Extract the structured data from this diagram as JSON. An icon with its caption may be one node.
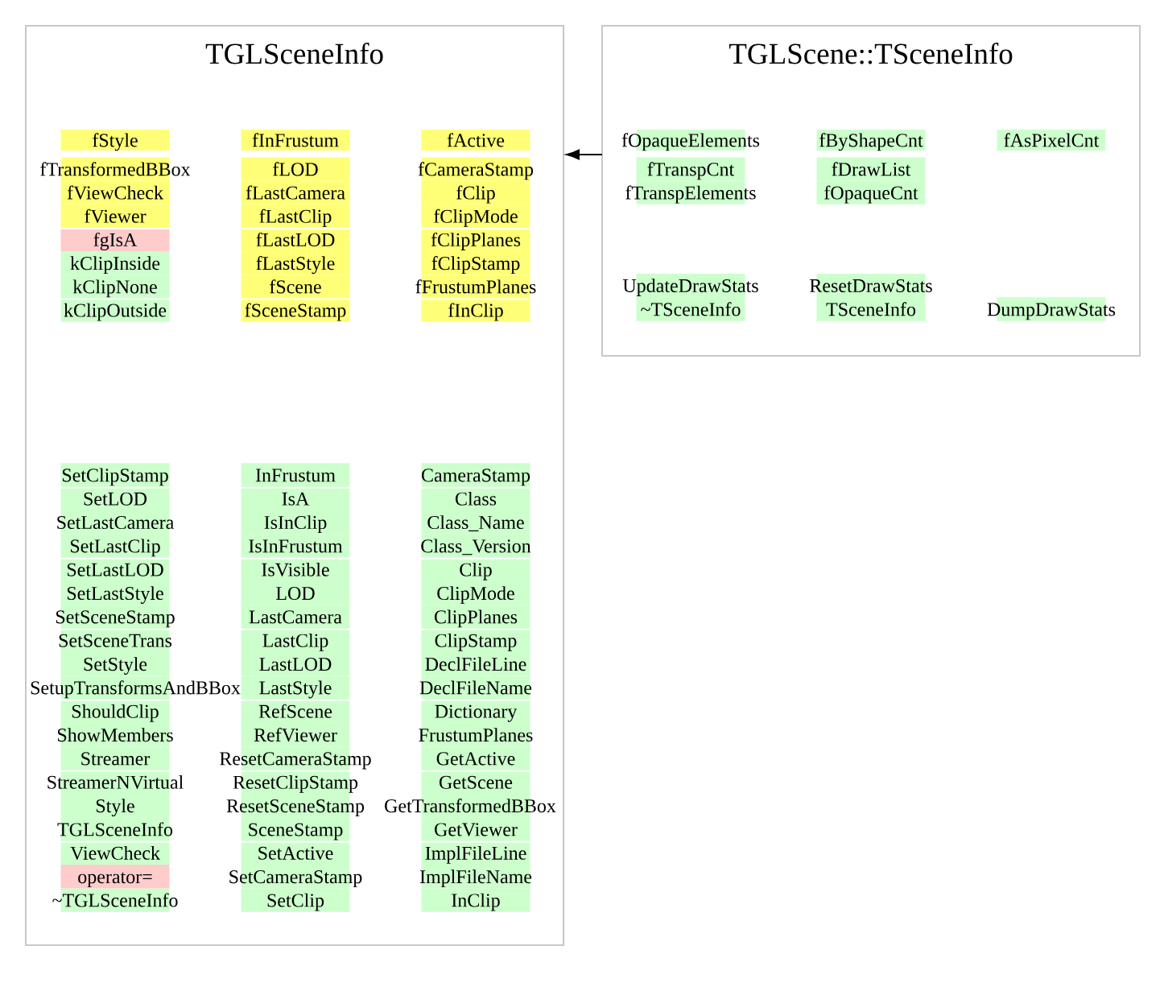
{
  "diagram": {
    "nodes": [
      {
        "text": [
          "TGLSceneInfo"
        ]
      },
      {
        "text": [
          "fStyle"
        ],
        "in": 0
      },
      {
        "text": [
          "fInFrustum"
        ],
        "in": 0
      },
      {
        "text": [
          "fActive"
        ],
        "in": 0
      },
      {
        "text": [
          "fTransformedBBox"
        ],
        "in": 0
      },
      {
        "text": [
          "fLOD"
        ],
        "in": 0
      },
      {
        "text": [
          "fCameraStamp"
        ],
        "in": 0
      },
      {
        "text": [
          "fViewCheck"
        ],
        "in": 0
      },
      {
        "text": [
          "fLastCamera"
        ],
        "in": 0
      },
      {
        "text": [
          "fClip"
        ],
        "in": 0
      },
      {
        "text": [
          "fViewer"
        ],
        "in": 0
      },
      {
        "text": [
          "fLastClip"
        ],
        "in": 0
      },
      {
        "text": [
          "fClipMode"
        ],
        "in": 0
      },
      {
        "text": [
          "fgIsA"
        ],
        "in": 0
      },
      {
        "text": [
          "fLastLOD"
        ],
        "in": 0
      },
      {
        "text": [
          "fClipPlanes"
        ],
        "in": 0
      },
      {
        "text": [
          "kClipInside"
        ],
        "in": 0
      },
      {
        "text": [
          "fLastStyle"
        ],
        "in": 0
      },
      {
        "text": [
          "fClipStamp"
        ],
        "in": 0
      },
      {
        "text": [
          "kClipNone"
        ],
        "in": 0
      },
      {
        "text": [
          "fScene"
        ],
        "in": 0
      },
      {
        "text": [
          "fFrustumPlanes"
        ],
        "in": 0
      },
      {
        "text": [
          "kClipOutside"
        ],
        "in": 0
      },
      {
        "text": [
          "fSceneStamp"
        ],
        "in": 0
      },
      {
        "text": [
          "fInClip"
        ],
        "in": 0
      },
      {
        "text": [
          "SetClipStamp"
        ],
        "in": 0
      },
      {
        "text": [
          "InFrustum"
        ],
        "in": 0
      },
      {
        "text": [
          "CameraStamp"
        ],
        "in": 0
      },
      {
        "text": [
          "SetLOD"
        ],
        "in": 0
      },
      {
        "text": [
          "IsA"
        ],
        "in": 0
      },
      {
        "text": [
          "Class"
        ],
        "in": 0
      },
      {
        "text": [
          "SetLastCamera"
        ],
        "in": 0
      },
      {
        "text": [
          "IsInClip"
        ],
        "in": 0
      },
      {
        "text": [
          "Class_Name"
        ],
        "in": 0
      },
      {
        "text": [
          "SetLastClip"
        ],
        "in": 0
      },
      {
        "text": [
          "IsInFrustum"
        ],
        "in": 0
      },
      {
        "text": [
          "Class_Version"
        ],
        "in": 0
      },
      {
        "text": [
          "SetLastLOD"
        ],
        "in": 0
      },
      {
        "text": [
          "IsVisible"
        ],
        "in": 0
      },
      {
        "text": [
          "Clip"
        ],
        "in": 0
      },
      {
        "text": [
          "SetLastStyle"
        ],
        "in": 0
      },
      {
        "text": [
          "LOD"
        ],
        "in": 0
      },
      {
        "text": [
          "ClipMode"
        ],
        "in": 0
      },
      {
        "text": [
          "SetSceneStamp"
        ],
        "in": 0
      },
      {
        "text": [
          "LastCamera"
        ],
        "in": 0
      },
      {
        "text": [
          "ClipPlanes"
        ],
        "in": 0
      },
      {
        "text": [
          "SetSceneTrans"
        ],
        "in": 0
      },
      {
        "text": [
          "LastClip"
        ],
        "in": 0
      },
      {
        "text": [
          "ClipStamp"
        ],
        "in": 0
      },
      {
        "text": [
          "SetStyle"
        ],
        "in": 0
      },
      {
        "text": [
          "LastLOD"
        ],
        "in": 0
      },
      {
        "text": [
          "DeclFileLine"
        ],
        "in": 0
      },
      {
        "text": [
          "SetupTransformsAndBBox"
        ],
        "in": 0
      },
      {
        "text": [
          "LastStyle"
        ],
        "in": 0
      },
      {
        "text": [
          "DeclFileName"
        ],
        "in": 0
      },
      {
        "text": [
          "ShouldClip"
        ],
        "in": 0
      },
      {
        "text": [
          "RefScene"
        ],
        "in": 0
      },
      {
        "text": [
          "Dictionary"
        ],
        "in": 0
      },
      {
        "text": [
          "ShowMembers"
        ],
        "in": 0
      },
      {
        "text": [
          "RefViewer"
        ],
        "in": 0
      },
      {
        "text": [
          "FrustumPlanes"
        ],
        "in": 0
      },
      {
        "text": [
          "Streamer"
        ],
        "in": 0
      },
      {
        "text": [
          "ResetCameraStamp"
        ],
        "in": 0
      },
      {
        "text": [
          "GetActive"
        ],
        "in": 0
      },
      {
        "text": [
          "StreamerNVirtual"
        ],
        "in": 0
      },
      {
        "text": [
          "ResetClipStamp"
        ],
        "in": 0
      },
      {
        "text": [
          "GetScene"
        ],
        "in": 0
      },
      {
        "text": [
          "Style"
        ],
        "in": 0
      },
      {
        "text": [
          "ResetSceneStamp"
        ],
        "in": 0
      },
      {
        "text": [
          "GetTransformedBBox"
        ],
        "in": 0
      },
      {
        "text": [
          "TGLSceneInfo"
        ],
        "in": 0
      },
      {
        "text": [
          "SceneStamp"
        ],
        "in": 0
      },
      {
        "text": [
          "GetViewer"
        ],
        "in": 0
      },
      {
        "text": [
          "ViewCheck"
        ],
        "in": 0
      },
      {
        "text": [
          "SetActive"
        ],
        "in": 0
      },
      {
        "text": [
          "ImplFileLine"
        ],
        "in": 0
      },
      {
        "text": [
          "operator="
        ],
        "in": 0
      },
      {
        "text": [
          "SetCameraStamp"
        ],
        "in": 0
      },
      {
        "text": [
          "ImplFileName"
        ],
        "in": 0
      },
      {
        "text": [
          "~TGLSceneInfo"
        ],
        "in": 0
      },
      {
        "text": [
          "SetClip"
        ],
        "in": 0
      },
      {
        "text": [
          "InClip"
        ],
        "in": 0
      },
      {
        "text": [
          "TGLScene::TSceneInfo"
        ]
      },
      {
        "text": [
          "fOpaqueElements"
        ],
        "in": 82
      },
      {
        "text": [
          "fByShapeCnt"
        ],
        "in": 82
      },
      {
        "text": [
          "fAsPixelCnt"
        ],
        "in": 82
      },
      {
        "text": [
          "fTranspCnt"
        ],
        "in": 82
      },
      {
        "text": [
          "fDrawList"
        ],
        "in": 82
      },
      {
        "text": [
          "fTranspElements"
        ],
        "in": 82
      },
      {
        "text": [
          "fOpaqueCnt"
        ],
        "in": 82
      },
      {
        "text": [
          "UpdateDrawStats"
        ],
        "in": 82
      },
      {
        "text": [
          "ResetDrawStats"
        ],
        "in": 82
      },
      {
        "text": [
          "~TSceneInfo"
        ],
        "in": 82
      },
      {
        "text": [
          "TSceneInfo"
        ],
        "in": 82
      },
      {
        "text": [
          "DumpDrawStats"
        ],
        "in": 82
      }
    ],
    "edges": [
      {
        "from": 82,
        "to": 0,
        "arrow": "to"
      }
    ]
  }
}
